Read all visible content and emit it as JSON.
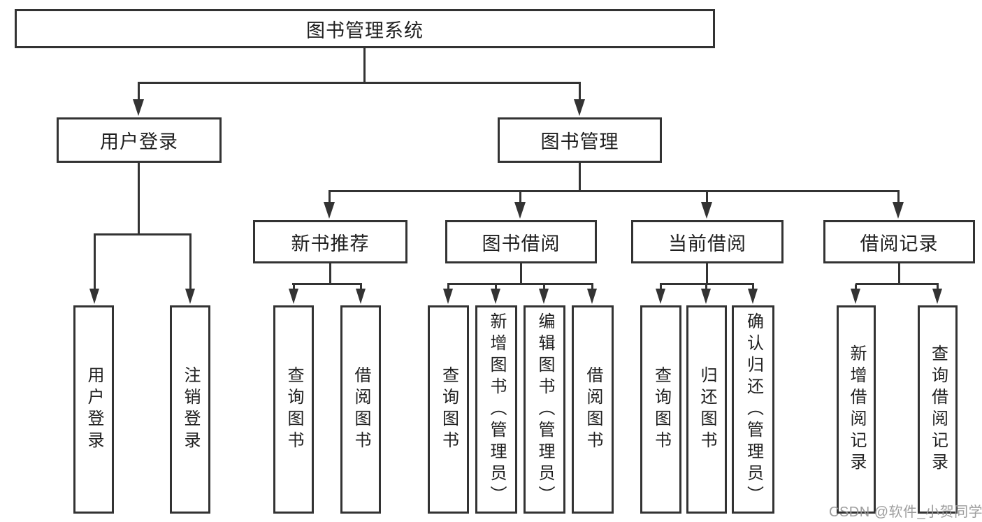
{
  "nodes": {
    "root": "图书管理系统",
    "branches": [
      {
        "label": "用户登录",
        "leaves": [
          "用户登录",
          "注销登录"
        ]
      },
      {
        "label": "图书管理",
        "groups": [
          {
            "label": "新书推荐",
            "leaves": [
              "查询图书",
              "借阅图书"
            ]
          },
          {
            "label": "图书借阅",
            "leaves": [
              "查询图书",
              "新增图书（管理员）",
              "编辑图书（管理员）",
              "借阅图书"
            ]
          },
          {
            "label": "当前借阅",
            "leaves": [
              "查询图书",
              "归还图书",
              "确认归还（管理员）"
            ]
          },
          {
            "label": "借阅记录",
            "leaves": [
              "新增借阅记录",
              "查询借阅记录"
            ]
          }
        ]
      }
    ]
  },
  "watermark": {
    "text": "CSDN @软件_小贺同学"
  },
  "colors": {
    "line": "#333333",
    "text": "#1f1f1f",
    "background": "#ffffff",
    "watermark": "#989898"
  }
}
